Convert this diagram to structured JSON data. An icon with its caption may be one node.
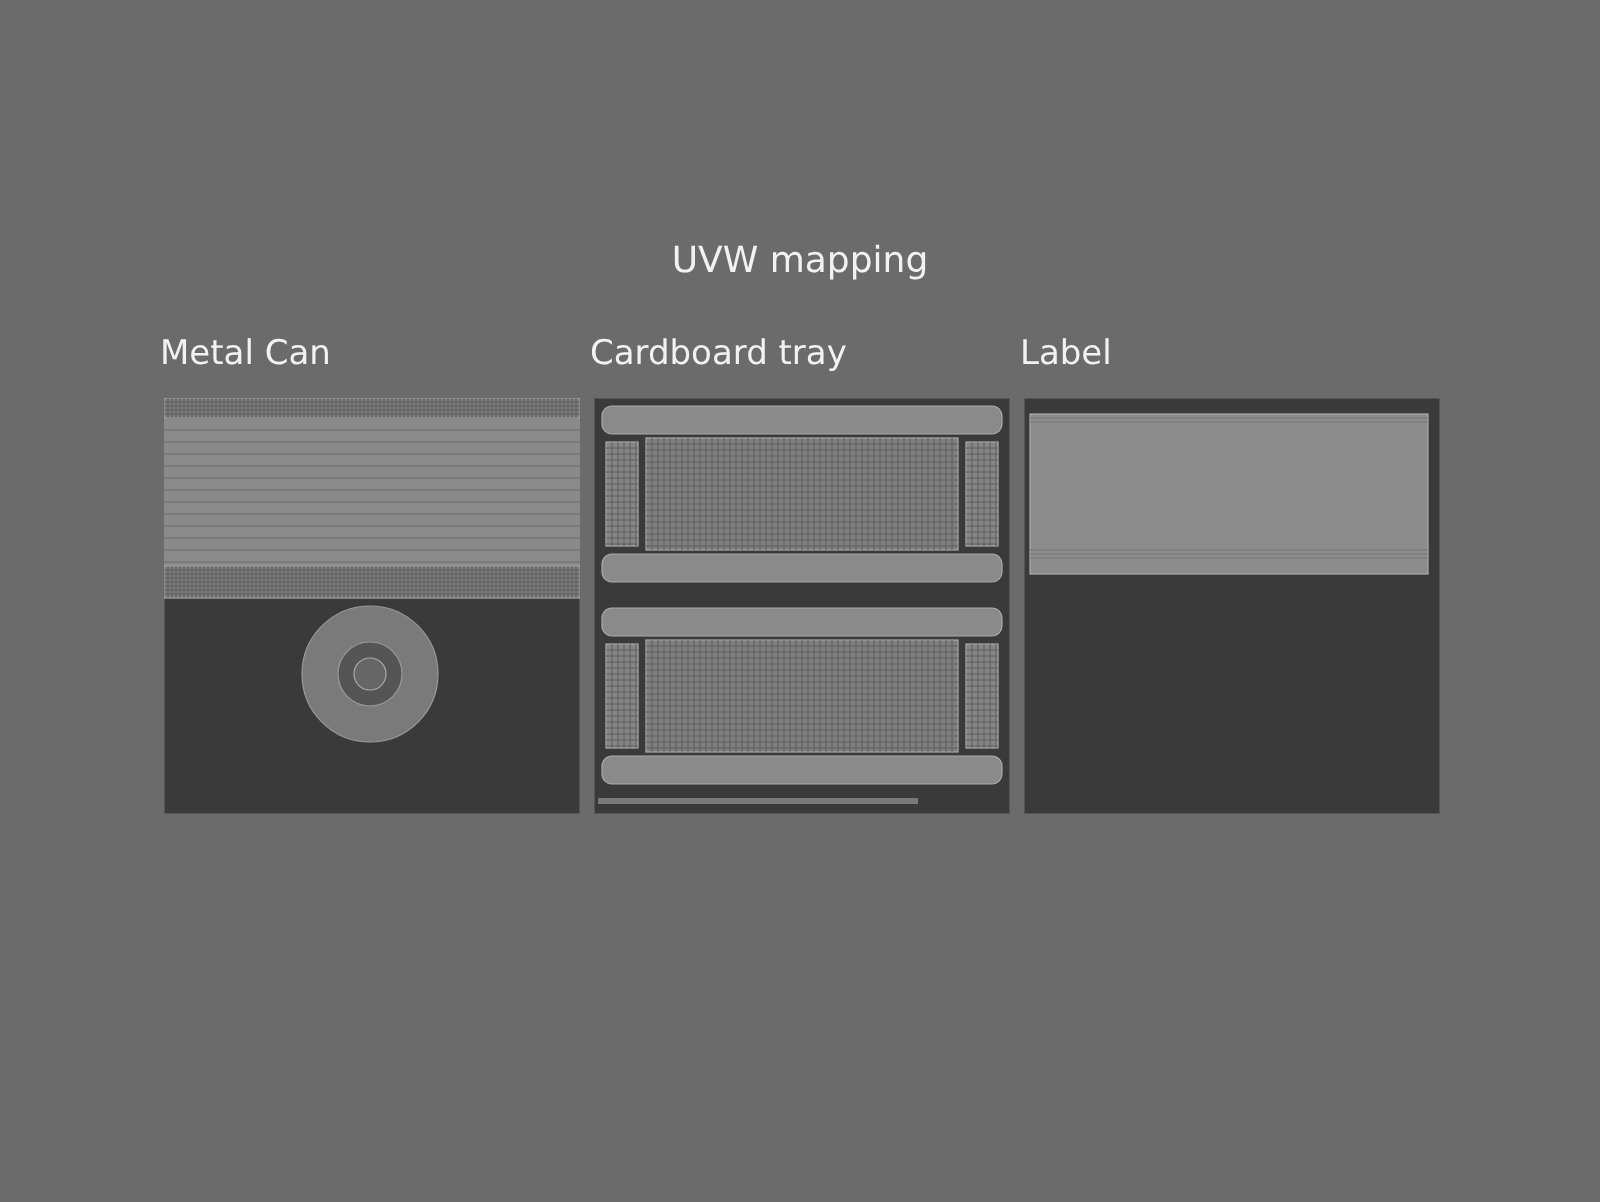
{
  "diagram": {
    "title": "UVW mapping",
    "nodes": [
      {
        "text": [
          "Metal Can"
        ]
      },
      {
        "text": [
          "Cardboard tray"
        ]
      },
      {
        "text": [
          "Label"
        ]
      }
    ]
  }
}
